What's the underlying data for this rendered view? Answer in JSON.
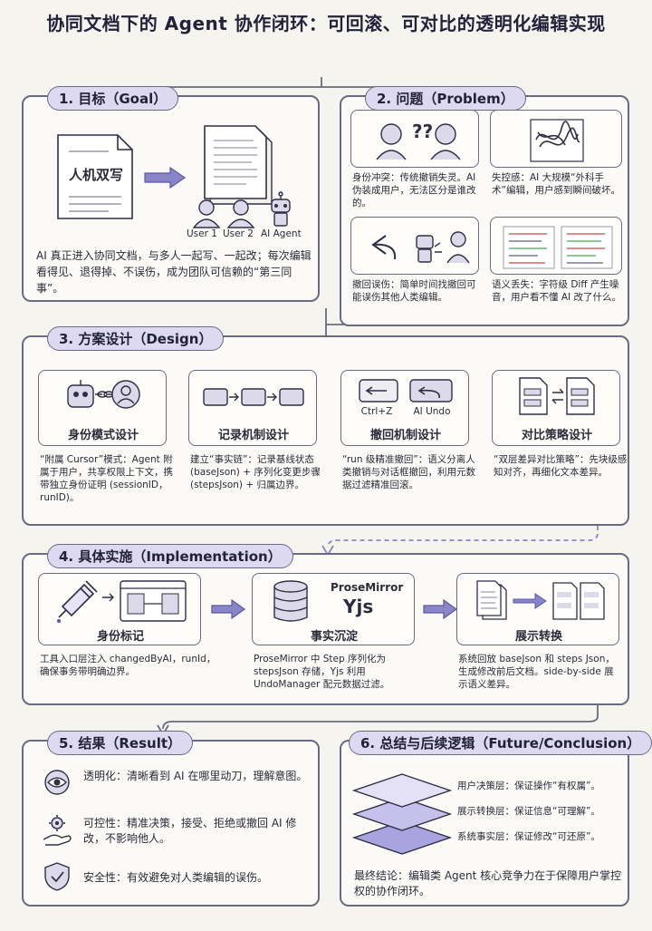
{
  "title": "协同文档下的 Agent 协作闭环：可回滚、可对比的透明化编辑实现",
  "goal": {
    "header": "1. 目标（Goal）",
    "doc_label": "人机双写",
    "users": [
      "User 1",
      "User 2",
      "AI Agent"
    ],
    "text": "AI 真正进入协同文档，与多人一起写、一起改；每次编辑看得见、退得掉、不误伤，成为团队可信赖的“第三同事”。"
  },
  "problem": {
    "header": "2. 问题（Problem）",
    "items": [
      {
        "icon": "identity-conflict-icon",
        "text": "身份冲突：传统撤销失灵。AI 伪装成用户，无法区分是谁改的。"
      },
      {
        "icon": "scribble-icon",
        "text": "失控感：AI 大规模“外科手术”编辑，用户感到瞬间破坏。"
      },
      {
        "icon": "undo-mistake-icon",
        "text": "撤回误伤：简单时间找撤回可能误伤其他人类编辑。"
      },
      {
        "icon": "noisy-diff-icon",
        "text": "语义丢失：字符级 Diff 产生噪音，用户看不懂 AI 改了什么。"
      }
    ]
  },
  "design": {
    "header": "3. 方案设计（Design）",
    "cards": [
      {
        "icon": "robot-link-user-icon",
        "title": "身份模式设计",
        "text": "“附属 Cursor”模式：Agent 附属于用户，共享权限上下文，携带独立身份证明 (sessionID，runID)。"
      },
      {
        "icon": "chain-steps-icon",
        "title": "记录机制设计",
        "text": "建立“事实链”：记录基线状态 (baseJson) + 序列化变更步骤 (stepsJson) + 归属边界。"
      },
      {
        "icon": "undo-keys-icon",
        "title": "撤回机制设计",
        "key1": "Ctrl+Z",
        "key2": "AI Undo",
        "text": "“run 级精准撤回”：语义分离人类撤销与对话框撤回，利用元数据过滤精准回滚。"
      },
      {
        "icon": "compare-docs-icon",
        "title": "对比策略设计",
        "text": "“双层差异对比策略”：先块级感知对齐，再细化文本差异。"
      }
    ]
  },
  "implementation": {
    "header": "4. 具体实施（Implementation）",
    "cards": [
      {
        "icon": "syringe-icon",
        "title": "身份标记",
        "text": "工具入口层注入 changedByAI，runId，确保事务带明确边界。"
      },
      {
        "icon": "database-icon",
        "title": "事实沉淀",
        "label1": "ProseMirror",
        "label2": "Yjs",
        "text": "ProseMirror 中 Step 序列化为 stepsJson 存储，Yjs 利用 UndoManager 配元数据过滤。"
      },
      {
        "icon": "side-by-side-icon",
        "title": "展示转换",
        "text": "系统回放 baseJson 和 steps Json，生成修改前后文档。side-by-side 展示语义差异。"
      }
    ]
  },
  "result": {
    "header": "5. 结果（Result）",
    "items": [
      {
        "icon": "eye-icon",
        "text": "透明化：清晰看到 AI 在哪里动刀，理解意图。"
      },
      {
        "icon": "gear-hand-icon",
        "text": "可控性：精准决策，接受、拒绝或撤回 AI 修改，不影响他人。"
      },
      {
        "icon": "shield-check-icon",
        "text": "安全性：有效避免对人类编辑的误伤。"
      }
    ]
  },
  "future": {
    "header": "6. 总结与后续逻辑（Future/Conclusion）",
    "layers": [
      "用户决策层：保证操作“有权属”。",
      "展示转换层：保证信息“可理解”。",
      "系统事实层：保证修改“可还原”。"
    ],
    "conclusion": "最终结论：编辑类 Agent 核心竞争力在于保障用户掌控权的协作闭环。"
  },
  "colors": {
    "accent": "#6c63c7",
    "accent_light": "#ddd9f3",
    "line": "#6a6a82",
    "background": "#f6f4ee"
  }
}
